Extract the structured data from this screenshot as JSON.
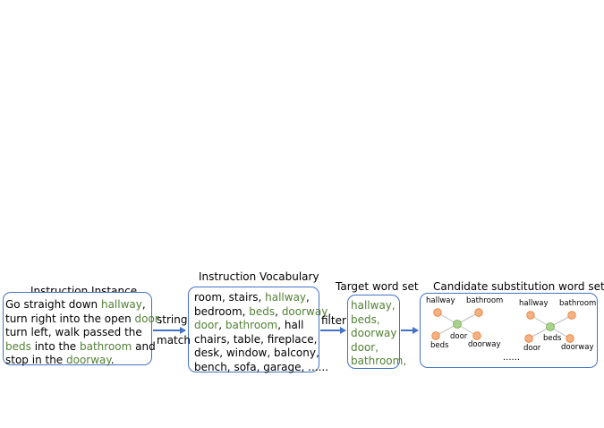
{
  "colors": {
    "border": "#4472c4",
    "highlight_green": "#538135",
    "arrow": "#4472c4",
    "node_orange_fill": "#f4b183",
    "node_orange_stroke": "#ed7d31",
    "node_green_fill": "#a9d18e",
    "node_green_stroke": "#70ad47"
  },
  "instruction_instance": {
    "title": "Instruction Instance",
    "lines": [
      [
        {
          "t": "Go straight down ",
          "h": false
        },
        {
          "t": "hallway",
          "h": true
        },
        {
          "t": ",",
          "h": false
        }
      ],
      [
        {
          "t": "turn right into the open ",
          "h": false
        },
        {
          "t": "door",
          "h": true
        },
        {
          "t": ",",
          "h": false
        }
      ],
      [
        {
          "t": "turn left, walk passed the",
          "h": false
        }
      ],
      [
        {
          "t": "beds",
          "h": true
        },
        {
          "t": " into the ",
          "h": false
        },
        {
          "t": "bathroom",
          "h": true
        },
        {
          "t": " and",
          "h": false
        }
      ],
      [
        {
          "t": "stop in the ",
          "h": false
        },
        {
          "t": "doorway",
          "h": true
        },
        {
          "t": ".",
          "h": false
        }
      ]
    ]
  },
  "arrow1": {
    "top": "string",
    "bottom": "match"
  },
  "instruction_vocabulary": {
    "title": "Instruction Vocabulary",
    "lines": [
      [
        {
          "t": "room, stairs, ",
          "h": false
        },
        {
          "t": "hallway",
          "h": true
        },
        {
          "t": ",",
          "h": false
        }
      ],
      [
        {
          "t": "bedroom, ",
          "h": false
        },
        {
          "t": "beds",
          "h": true
        },
        {
          "t": ", ",
          "h": false
        },
        {
          "t": "doorway",
          "h": true
        },
        {
          "t": ",",
          "h": false
        }
      ],
      [
        {
          "t": "door",
          "h": true
        },
        {
          "t": ", ",
          "h": false
        },
        {
          "t": "bathroom",
          "h": true
        },
        {
          "t": ", hall",
          "h": false
        }
      ],
      [
        {
          "t": "chairs, table, fireplace,",
          "h": false
        }
      ],
      [
        {
          "t": "desk, window, balcony,",
          "h": false
        }
      ],
      [
        {
          "t": "bench, sofa, garage, ......",
          "h": false
        }
      ]
    ]
  },
  "arrow2": {
    "label": "filter"
  },
  "target_word_set": {
    "title": "Target word set",
    "lines": [
      "hallway,",
      "beds,",
      "doorway",
      "door,",
      "bathroom,"
    ]
  },
  "candidate": {
    "title": "Candidate substitution word set",
    "graph1": {
      "center": "door",
      "nodes": [
        "hallway",
        "bathroom",
        "beds",
        "doorway"
      ]
    },
    "graph2": {
      "center": "beds",
      "nodes": [
        "hallway",
        "bathroom",
        "door",
        "doorway"
      ]
    },
    "ellipsis": "......"
  }
}
